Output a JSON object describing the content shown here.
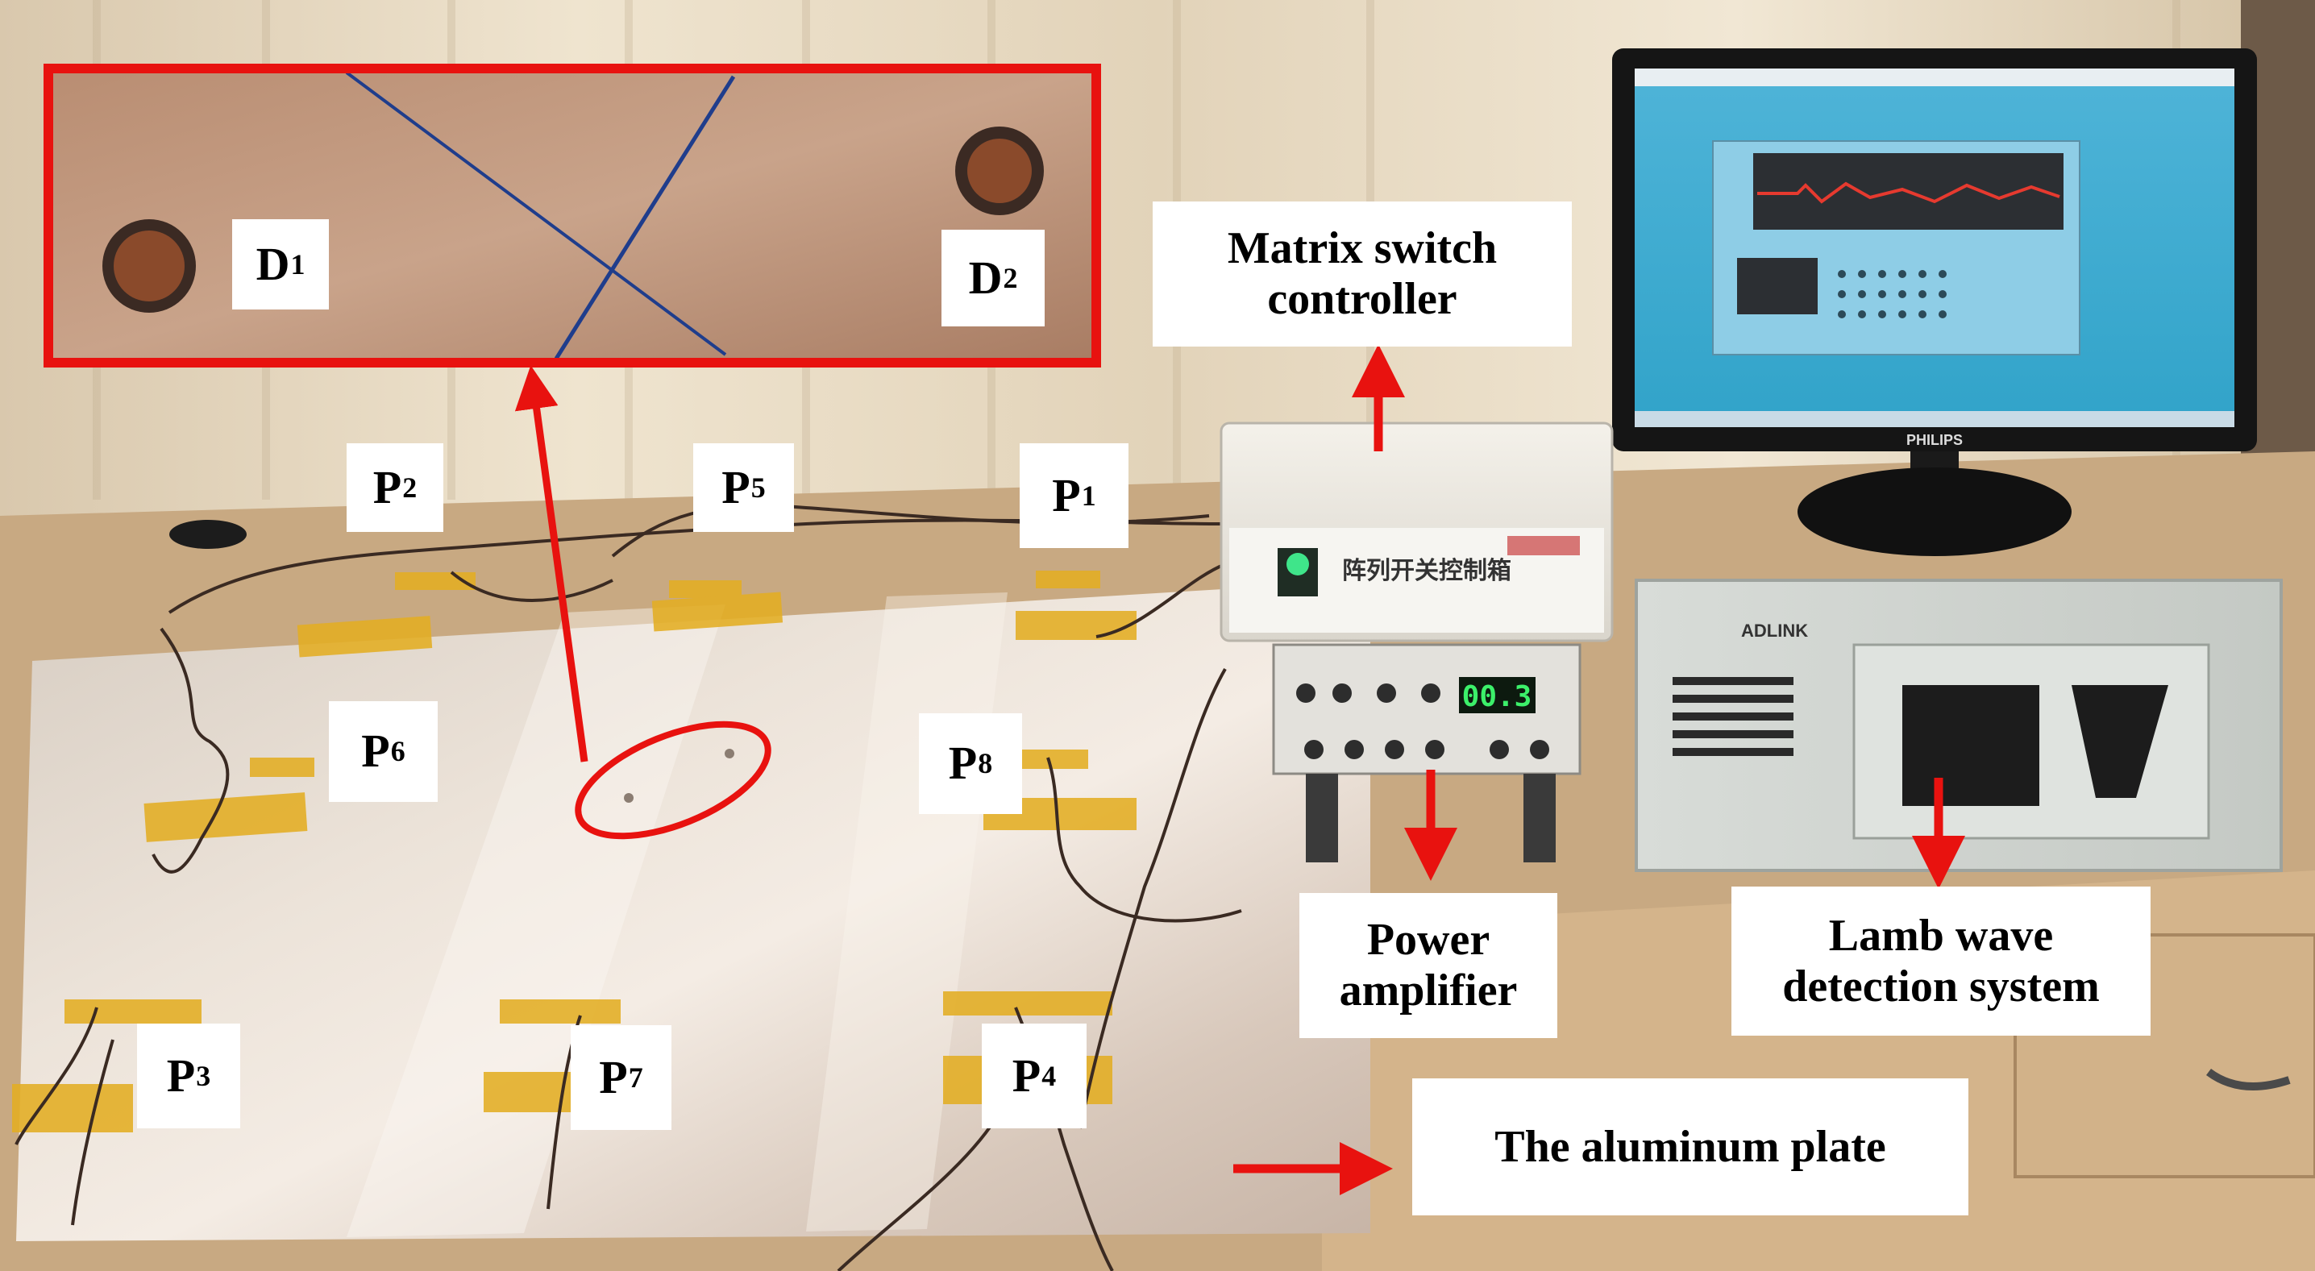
{
  "labels": {
    "d1": {
      "letter": "D",
      "sub": "1"
    },
    "d2": {
      "letter": "D",
      "sub": "2"
    },
    "p1": {
      "letter": "P",
      "sub": "1"
    },
    "p2": {
      "letter": "P",
      "sub": "2"
    },
    "p3": {
      "letter": "P",
      "sub": "3"
    },
    "p4": {
      "letter": "P",
      "sub": "4"
    },
    "p5": {
      "letter": "P",
      "sub": "5"
    },
    "p6": {
      "letter": "P",
      "sub": "6"
    },
    "p7": {
      "letter": "P",
      "sub": "7"
    },
    "p8": {
      "letter": "P",
      "sub": "8"
    },
    "matrix_switch": "Matrix switch\ncontroller",
    "power_amplifier": "Power\namplifier",
    "lamb_wave": "Lamb wave\ndetection system",
    "aluminum_plate": "The aluminum plate"
  },
  "equipment": {
    "controller_chinese": "阵列开关控制箱",
    "amplifier_display": "00.3",
    "monitor_brand": "PHILIPS",
    "computer_brand": "ADLINK"
  },
  "colors": {
    "annotation_red": "#e8120f",
    "label_bg": "#ffffff"
  }
}
